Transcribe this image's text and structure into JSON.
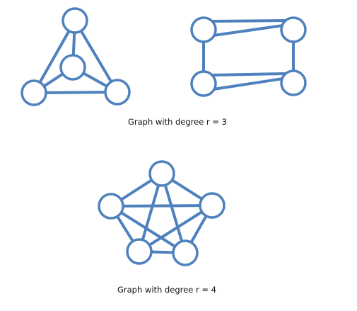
{
  "colors": {
    "edge": "#4f81bd",
    "node_stroke": "#4f81bd",
    "node_fill": "#ffffff",
    "caption_text": "#111111"
  },
  "graphs": [
    {
      "id": "tetrahedron",
      "degree": 3,
      "nodes": [
        "a",
        "b",
        "c",
        "d"
      ],
      "edges": [
        [
          "a",
          "b"
        ],
        [
          "a",
          "c"
        ],
        [
          "a",
          "d"
        ],
        [
          "b",
          "c"
        ],
        [
          "b",
          "d"
        ],
        [
          "c",
          "d"
        ]
      ]
    },
    {
      "id": "rectangle-pair",
      "degree": 3,
      "nodes": [
        "a",
        "b",
        "c",
        "d"
      ],
      "edges": [
        [
          "a",
          "b"
        ],
        [
          "a",
          "c"
        ],
        [
          "b",
          "d"
        ],
        [
          "c",
          "d"
        ]
      ],
      "double_edges": [
        [
          "a",
          "b"
        ],
        [
          "c",
          "d"
        ]
      ]
    },
    {
      "id": "k5",
      "degree": 4,
      "nodes": [
        "a",
        "b",
        "c",
        "d",
        "e"
      ],
      "edges": [
        [
          "a",
          "b"
        ],
        [
          "a",
          "c"
        ],
        [
          "a",
          "d"
        ],
        [
          "a",
          "e"
        ],
        [
          "b",
          "c"
        ],
        [
          "b",
          "d"
        ],
        [
          "b",
          "e"
        ],
        [
          "c",
          "d"
        ],
        [
          "c",
          "e"
        ],
        [
          "d",
          "e"
        ]
      ]
    }
  ],
  "captions": {
    "top": "Graph with degree r = 3",
    "bottom": "Graph with degree r = 4"
  }
}
